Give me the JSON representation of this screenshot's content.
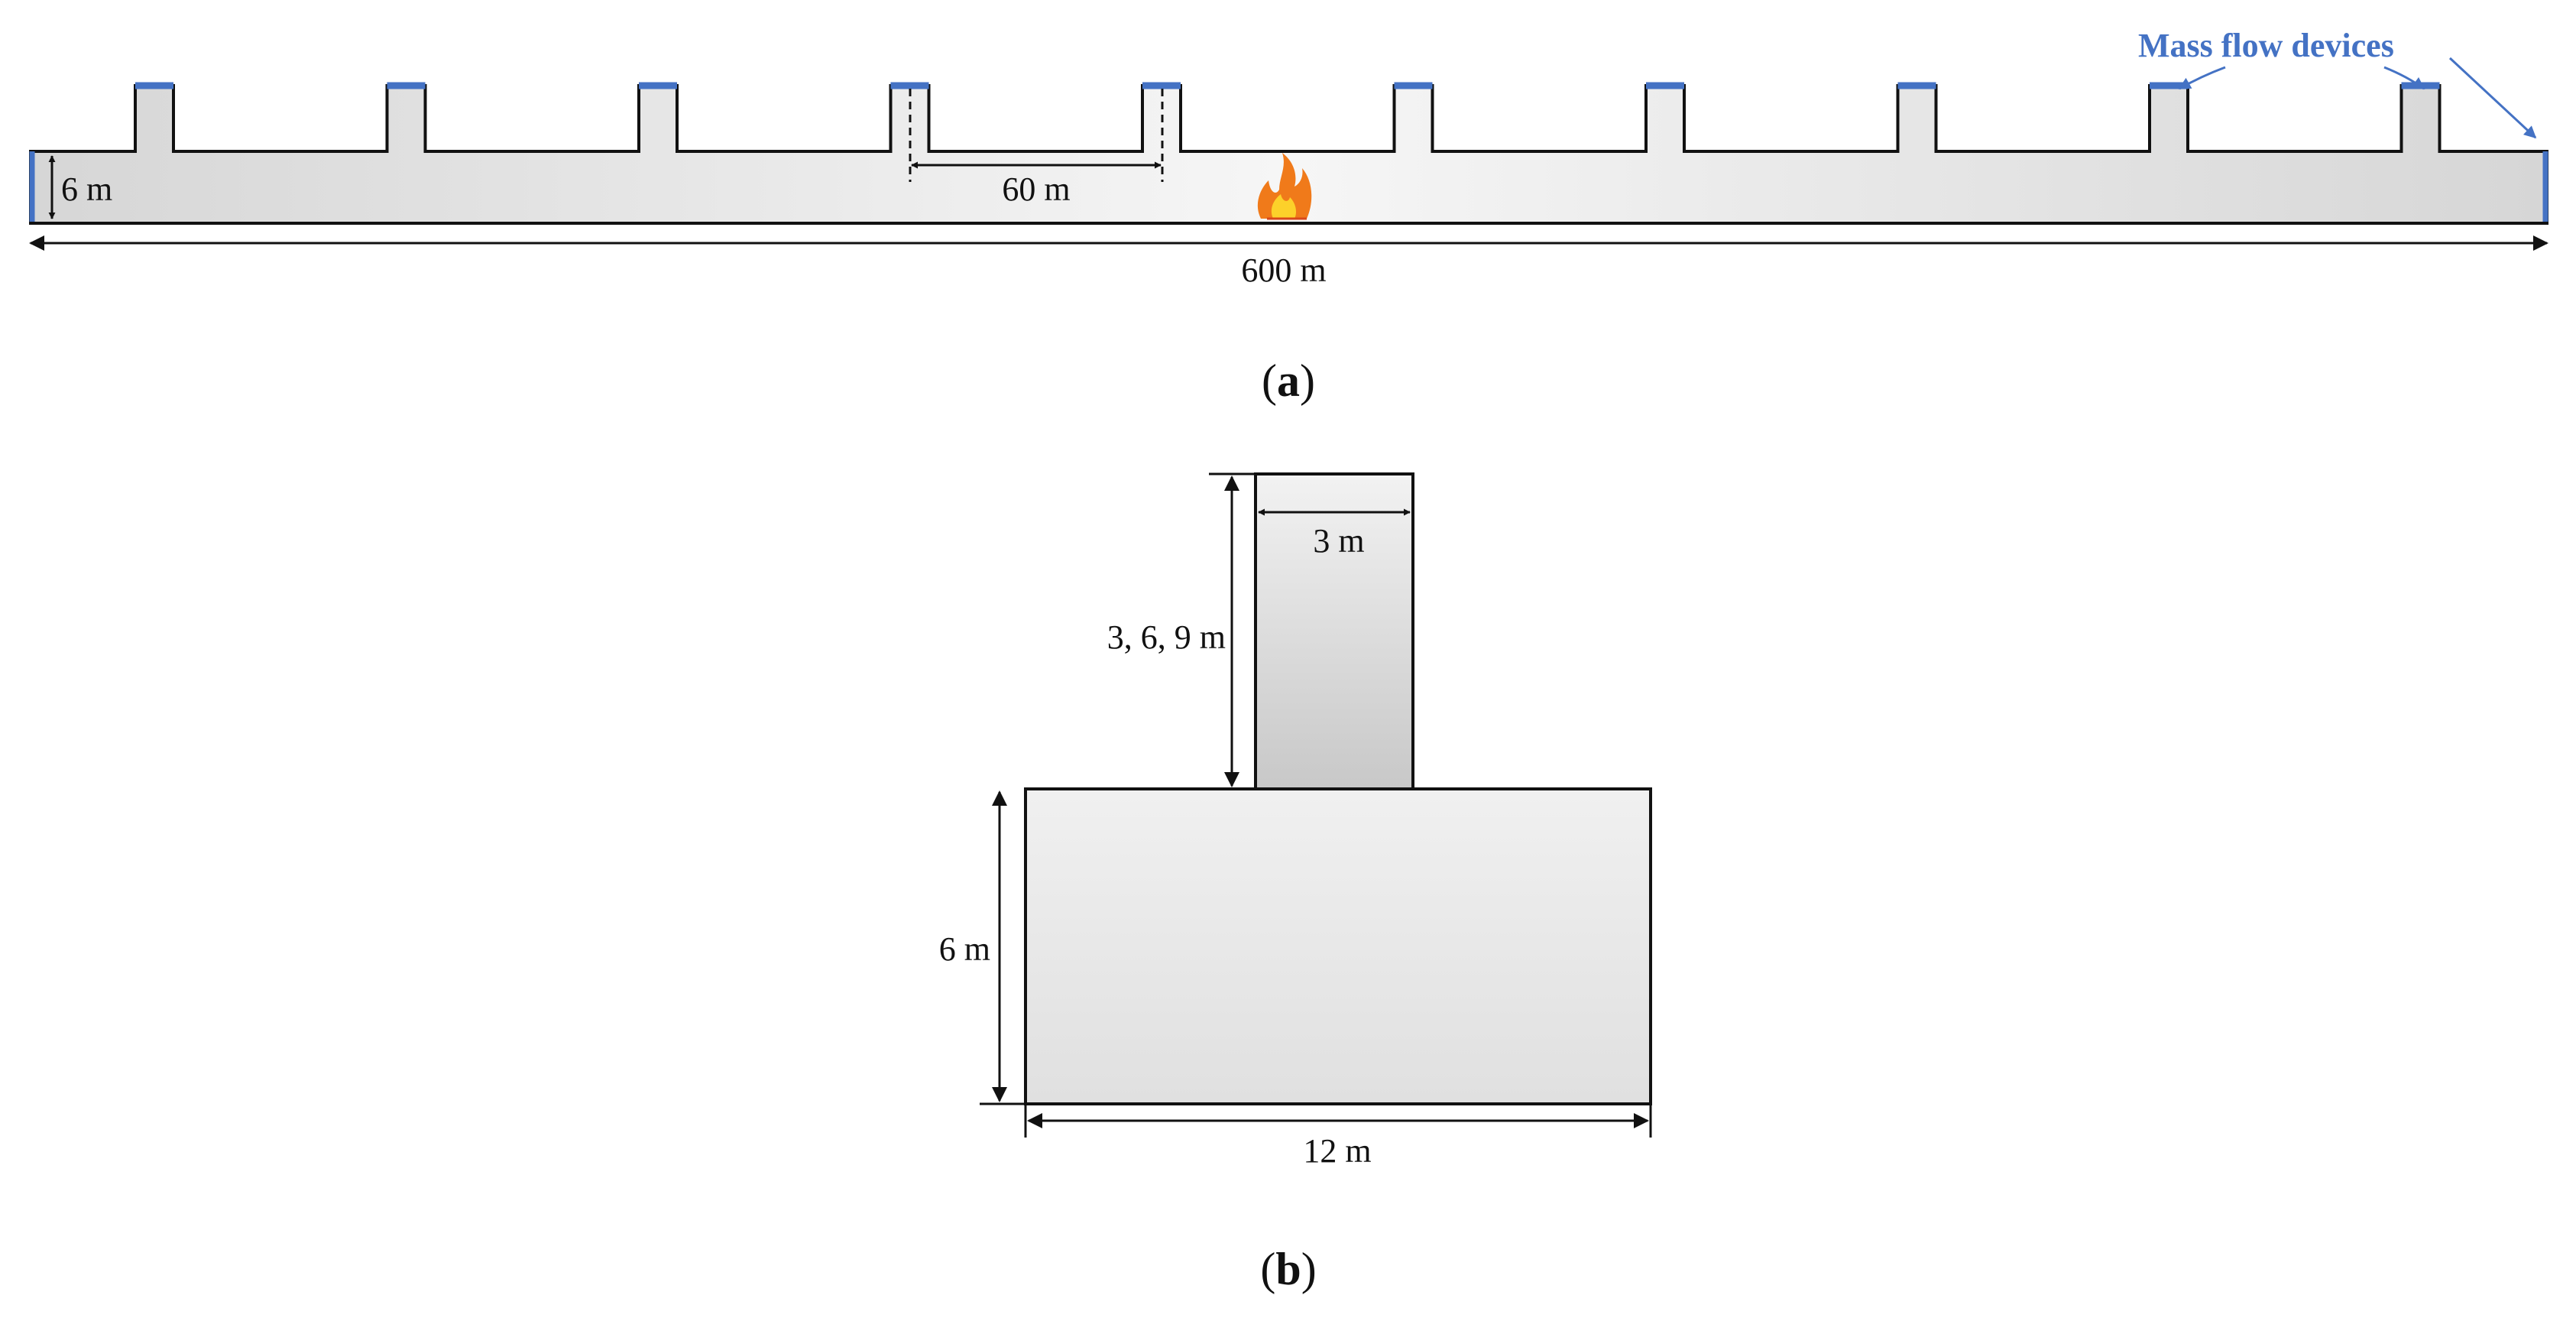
{
  "colors": {
    "outline": "#111111",
    "device": "#4472c4",
    "fill_light": "#f4f4f4",
    "fill_dark": "#cfcfcf"
  },
  "panel_a": {
    "label_tunnel_height": "6 m",
    "label_shaft_spacing": "60 m",
    "label_tunnel_length": "600 m",
    "label_mass_flow": "Mass flow devices",
    "fire_icon": "fire-icon",
    "shaft_count": 10,
    "caption_open": "(",
    "caption_letter": "a",
    "caption_close": ")"
  },
  "panel_b": {
    "label_shaft_width": "3 m",
    "label_shaft_heights": "3, 6, 9 m",
    "label_tunnel_height": "6 m",
    "label_tunnel_width": "12 m",
    "caption_open": "(",
    "caption_letter": "b",
    "caption_close": ")"
  }
}
